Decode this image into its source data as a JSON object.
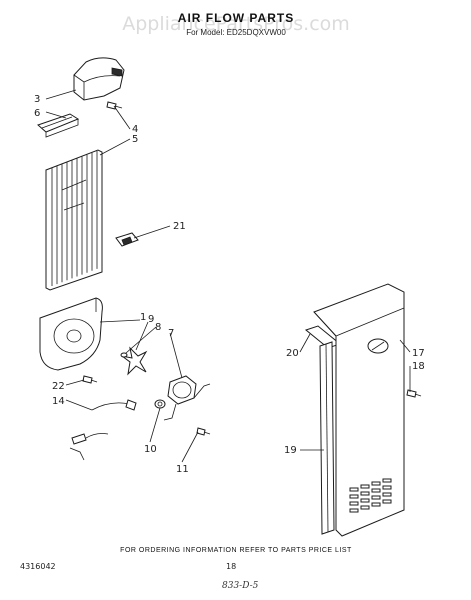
{
  "header": {
    "watermark": "AppliancePartsPros.com",
    "title": "AIR FLOW PARTS",
    "subtitle": "For Model: ED25DQXVW00"
  },
  "callouts": {
    "c3": "3",
    "c6": "6",
    "c4": "4",
    "c5": "5",
    "c21": "21",
    "c1": "1",
    "c9": "9",
    "c8": "8",
    "c7": "7",
    "c22": "22",
    "c14": "14",
    "c10": "10",
    "c11": "11",
    "c20": "20",
    "c17": "17",
    "c18": "18",
    "c19": "19"
  },
  "footer": {
    "ordering_note": "FOR ORDERING INFORMATION REFER TO PARTS PRICE LIST",
    "doc_number": "4316042",
    "page_number": "18",
    "handwritten": "833-D-5"
  }
}
